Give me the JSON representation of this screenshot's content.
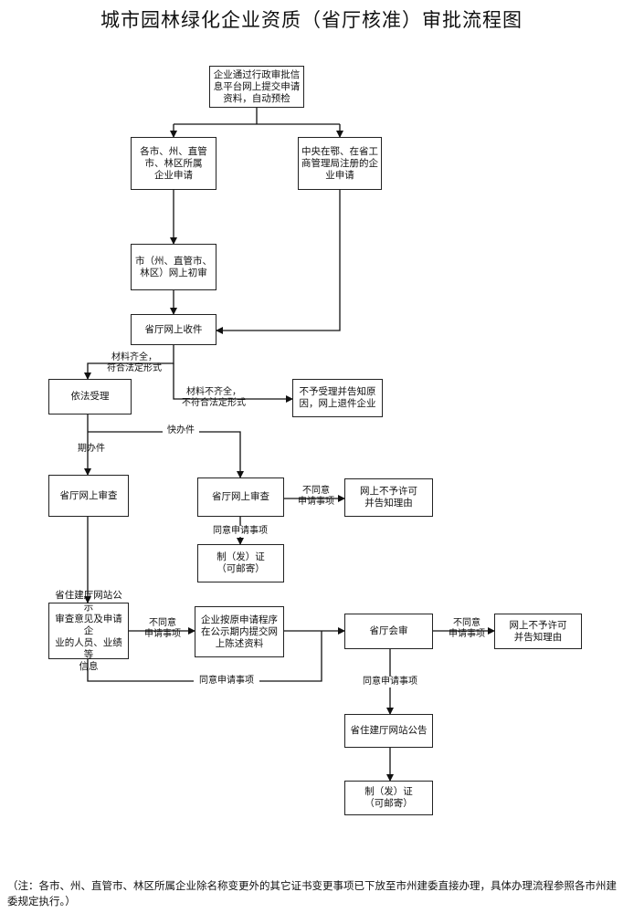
{
  "title": "城市园林绿化企业资质（省厅核准）审批流程图",
  "nodes": {
    "start": "企业通过行政审批信\n息平台网上提交申请\n资料，自动预检",
    "local_apply": "各市、州、直管\n市、林区所属\n企业申请",
    "central_apply": "中央在鄂、在省工\n商管理局注册的企\n业申请",
    "city_review": "市（州、直管市、\n林区）网上初审",
    "receive": "省厅网上收件",
    "accept": "依法受理",
    "reject_notice": "不予受理并告知原\n因，网上退件企业",
    "review_left": "省厅网上审查",
    "review_right": "省厅网上审查",
    "deny_right": "网上不予许可\n并告知理由",
    "cert_right": "制（发）证\n（可邮寄）",
    "publicize": "省住建厅网站公示\n审查意见及申请企\n业的人员、业绩等\n信息",
    "resubmit": "企业按原申请程序\n在公示期内提交网\n上陈述资料",
    "joint_review": "省厅会审",
    "deny_final": "网上不予许可\n并告知理由",
    "announce": "省住建厅网站公告",
    "cert_final": "制（发）证\n（可邮寄）"
  },
  "edge_labels": {
    "complete": "材料齐全，\n符合法定形式",
    "incomplete": "材料不齐全，\n不符合法定形式",
    "fast": "快办件",
    "normal": "期办件",
    "disagree_1": "不同意\n申请事项",
    "agree_1": "同意申请事项",
    "disagree_2": "不同意\n申请事项",
    "agree_2": "同意申请事项",
    "disagree_3": "不同意\n申请事项",
    "agree_3": "同意申请事项"
  },
  "note": "（注：各市、州、直管市、林区所属企业除名称变更外的其它证书变更事项已下放至市州建委直接办理，具体办理流程参照各市州建委规定执行。）"
}
